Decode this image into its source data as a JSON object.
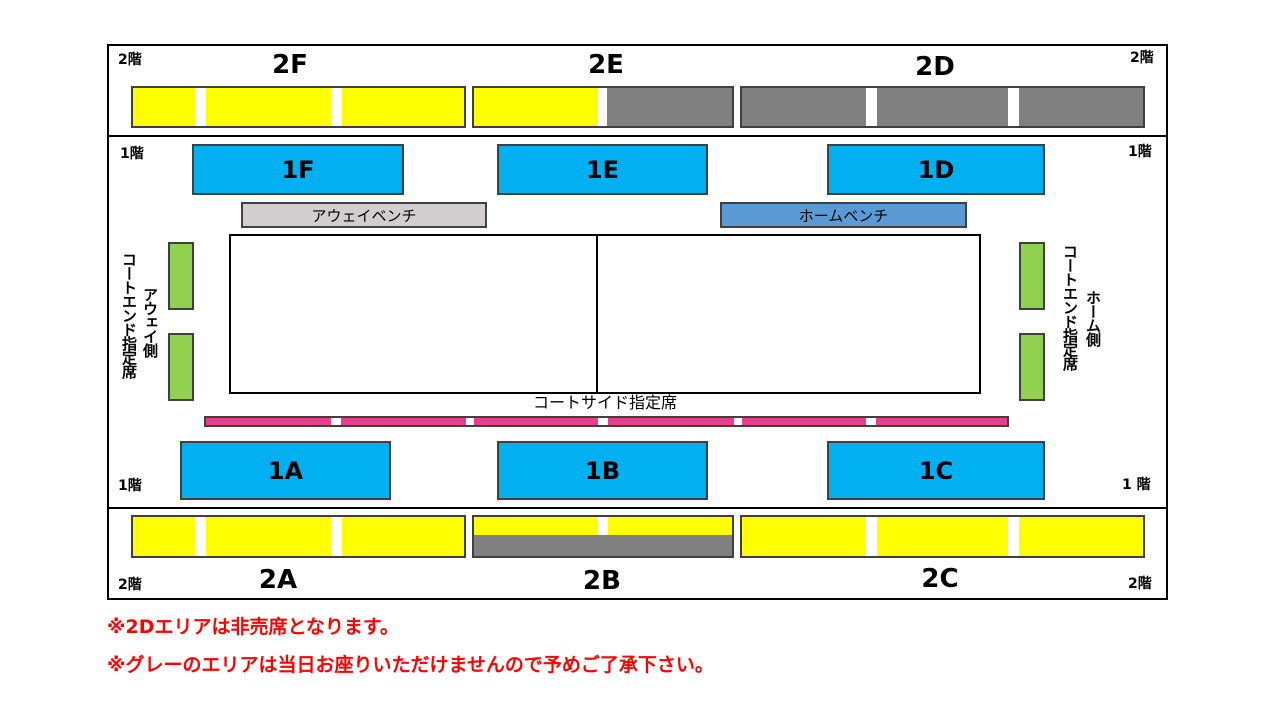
{
  "floor_labels": {
    "second": "2階",
    "first": "1階",
    "first_spaced": "1 階"
  },
  "upper_top": {
    "sections": [
      "2F",
      "2E",
      "2D"
    ]
  },
  "lower_blocks": [
    "1F",
    "1E",
    "1D",
    "1A",
    "1B",
    "1C"
  ],
  "benches": {
    "away": "アウェイベンチ",
    "home": "ホームベンチ"
  },
  "court_end": {
    "away_line1": "コートエンド指定席",
    "away_line2": "アウェイ側",
    "home_line1": "コートエンド指定席",
    "home_line2": "ホーム側"
  },
  "courtside": "コートサイド指定席",
  "upper_bottom": {
    "sections": [
      "2A",
      "2B",
      "2C"
    ]
  },
  "notes": [
    "※2Dエリアは非売席となります。",
    "※グレーのエリアは当日お座りいただけませんので予めご了承下さい。"
  ],
  "colors": {
    "available": "#ffff00",
    "unavailable": "#808080",
    "floor1_block": "#00b0f0",
    "court_end": "#92d050",
    "courtside": "#e83e8c",
    "home_bench": "#5b9bd5",
    "away_bench": "#d0cece",
    "note_text": "#ff0000"
  }
}
